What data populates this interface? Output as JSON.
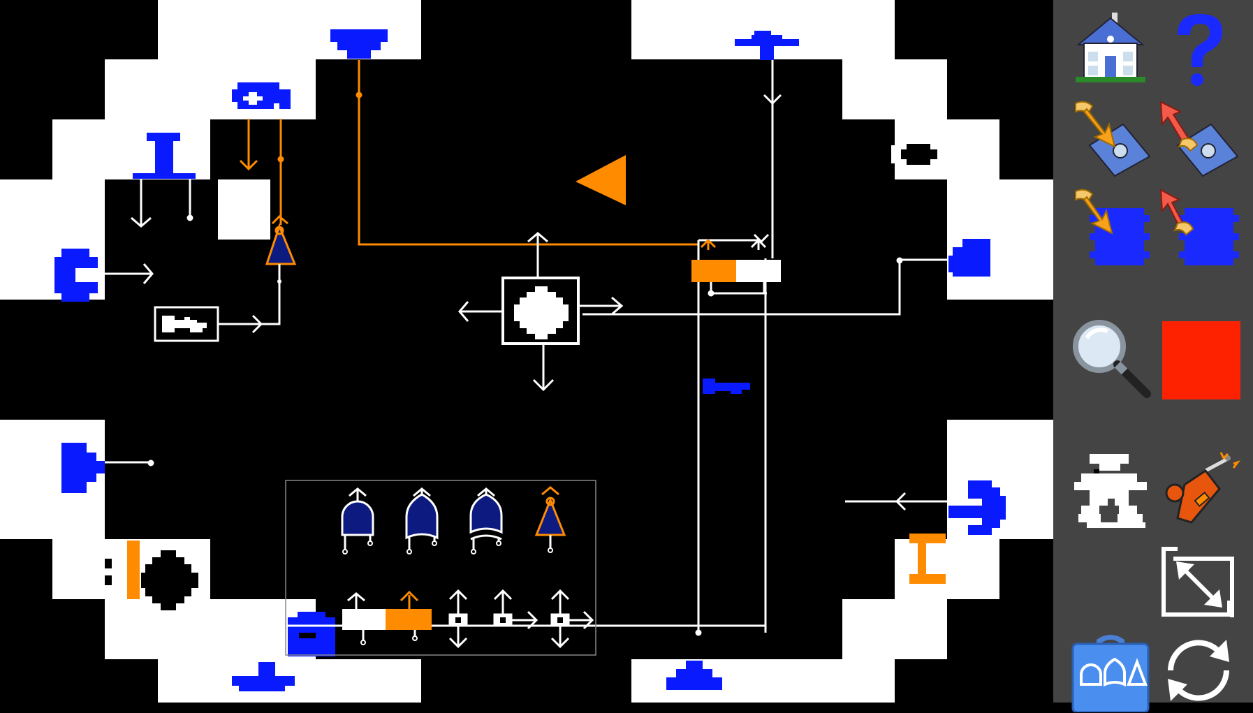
{
  "app": {
    "title": "Robot Odyssey style logic circuit board"
  },
  "colors": {
    "background": "#000000",
    "wall": "#ffffff",
    "wire_on": "#ff8c00",
    "wire_off": "#ffffff",
    "thruster": "#0a1aff",
    "gate_fill": "#0d1a80",
    "sidebar": "#444444",
    "stop": "#ff2200"
  },
  "board": {
    "chip_panel": {
      "gates": [
        "and-gate",
        "or-gate",
        "xor-gate",
        "not-gate"
      ],
      "flip_flop_state": "right-on"
    },
    "main_flip_flop_state": "left-on"
  },
  "toolbar": {
    "items": [
      {
        "icon": "house-icon",
        "label": "Home"
      },
      {
        "icon": "help-icon",
        "label": "Help"
      },
      {
        "icon": "load-disk-icon",
        "label": "Load from disk"
      },
      {
        "icon": "save-disk-icon",
        "label": "Save to disk"
      },
      {
        "icon": "load-chip-icon",
        "label": "Load chip"
      },
      {
        "icon": "save-chip-icon",
        "label": "Save chip"
      },
      {
        "icon": "magnifier-icon",
        "label": "Inspect"
      },
      {
        "icon": "stop-icon",
        "label": "Stop"
      },
      {
        "icon": "robot-icon",
        "label": "Robot"
      },
      {
        "icon": "soldering-iron-icon",
        "label": "Solder"
      },
      {
        "icon": "resize-icon",
        "label": "Resize"
      },
      {
        "icon": "toolbox-icon",
        "label": "Toolbox"
      },
      {
        "icon": "rotate-icon",
        "label": "Rotate"
      }
    ]
  }
}
